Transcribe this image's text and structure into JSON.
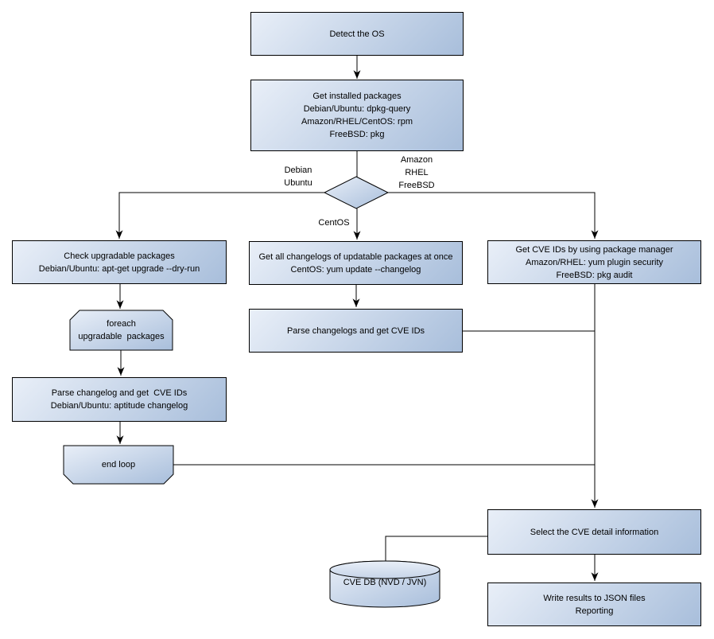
{
  "colors": {
    "background": "#ffffff",
    "border": "#000000",
    "text": "#000000",
    "node_fill_light": "#e9eff8",
    "node_fill_dark": "#a8bedb"
  },
  "nodes": {
    "detect_os": "Detect the OS",
    "get_installed_packages": "Get installed packages\nDebian/Ubuntu: dpkg-query\nAmazon/RHEL/CentOS: rpm\nFreeBSD: pkg",
    "os_decision": "",
    "check_upgradable": "Check upgradable packages\nDebian/Ubuntu: apt-get upgrade --dry-run",
    "foreach_loop": "foreach\nupgradable  packages",
    "parse_changelog_left": "Parse changelog and get  CVE IDs\nDebian/Ubuntu: aptitude changelog",
    "end_loop": "end loop",
    "get_all_changelogs": "Get all changelogs of updatable packages at once\nCentOS: yum update --changelog",
    "parse_changelogs_mid": "Parse changelogs and get CVE IDs",
    "get_cve_ids_pkg_mgr": "Get CVE IDs by using package manager\nAmazon/RHEL: yum plugin security\nFreeBSD: pkg audit",
    "select_cve_detail": "Select the CVE detail information",
    "cve_db": "CVE DB (NVD / JVN)",
    "write_results": "Write results to JSON files\nReporting"
  },
  "edge_labels": {
    "left_branch": "Debian\nUbuntu",
    "right_branch": "Amazon\nRHEL\nFreeBSD",
    "middle_branch": "CentOS"
  },
  "edges": [
    {
      "from": "detect_os",
      "to": "get_installed_packages",
      "arrow": true
    },
    {
      "from": "get_installed_packages",
      "to": "os_decision",
      "arrow": false
    },
    {
      "from": "os_decision",
      "to": "check_upgradable",
      "label_ref": "left_branch",
      "arrow": true
    },
    {
      "from": "os_decision",
      "to": "get_all_changelogs",
      "label_ref": "middle_branch",
      "arrow": true
    },
    {
      "from": "os_decision",
      "to": "get_cve_ids_pkg_mgr",
      "label_ref": "right_branch",
      "arrow": true
    },
    {
      "from": "check_upgradable",
      "to": "foreach_loop",
      "arrow": true
    },
    {
      "from": "foreach_loop",
      "to": "parse_changelog_left",
      "arrow": true
    },
    {
      "from": "parse_changelog_left",
      "to": "end_loop",
      "arrow": true
    },
    {
      "from": "end_loop",
      "to": "select_cve_detail",
      "arrow": false
    },
    {
      "from": "get_all_changelogs",
      "to": "parse_changelogs_mid",
      "arrow": true
    },
    {
      "from": "parse_changelogs_mid",
      "to": "select_cve_detail",
      "arrow": false
    },
    {
      "from": "get_cve_ids_pkg_mgr",
      "to": "select_cve_detail",
      "arrow": true
    },
    {
      "from": "cve_db",
      "to": "select_cve_detail",
      "arrow": false
    },
    {
      "from": "select_cve_detail",
      "to": "write_results",
      "arrow": true
    }
  ]
}
